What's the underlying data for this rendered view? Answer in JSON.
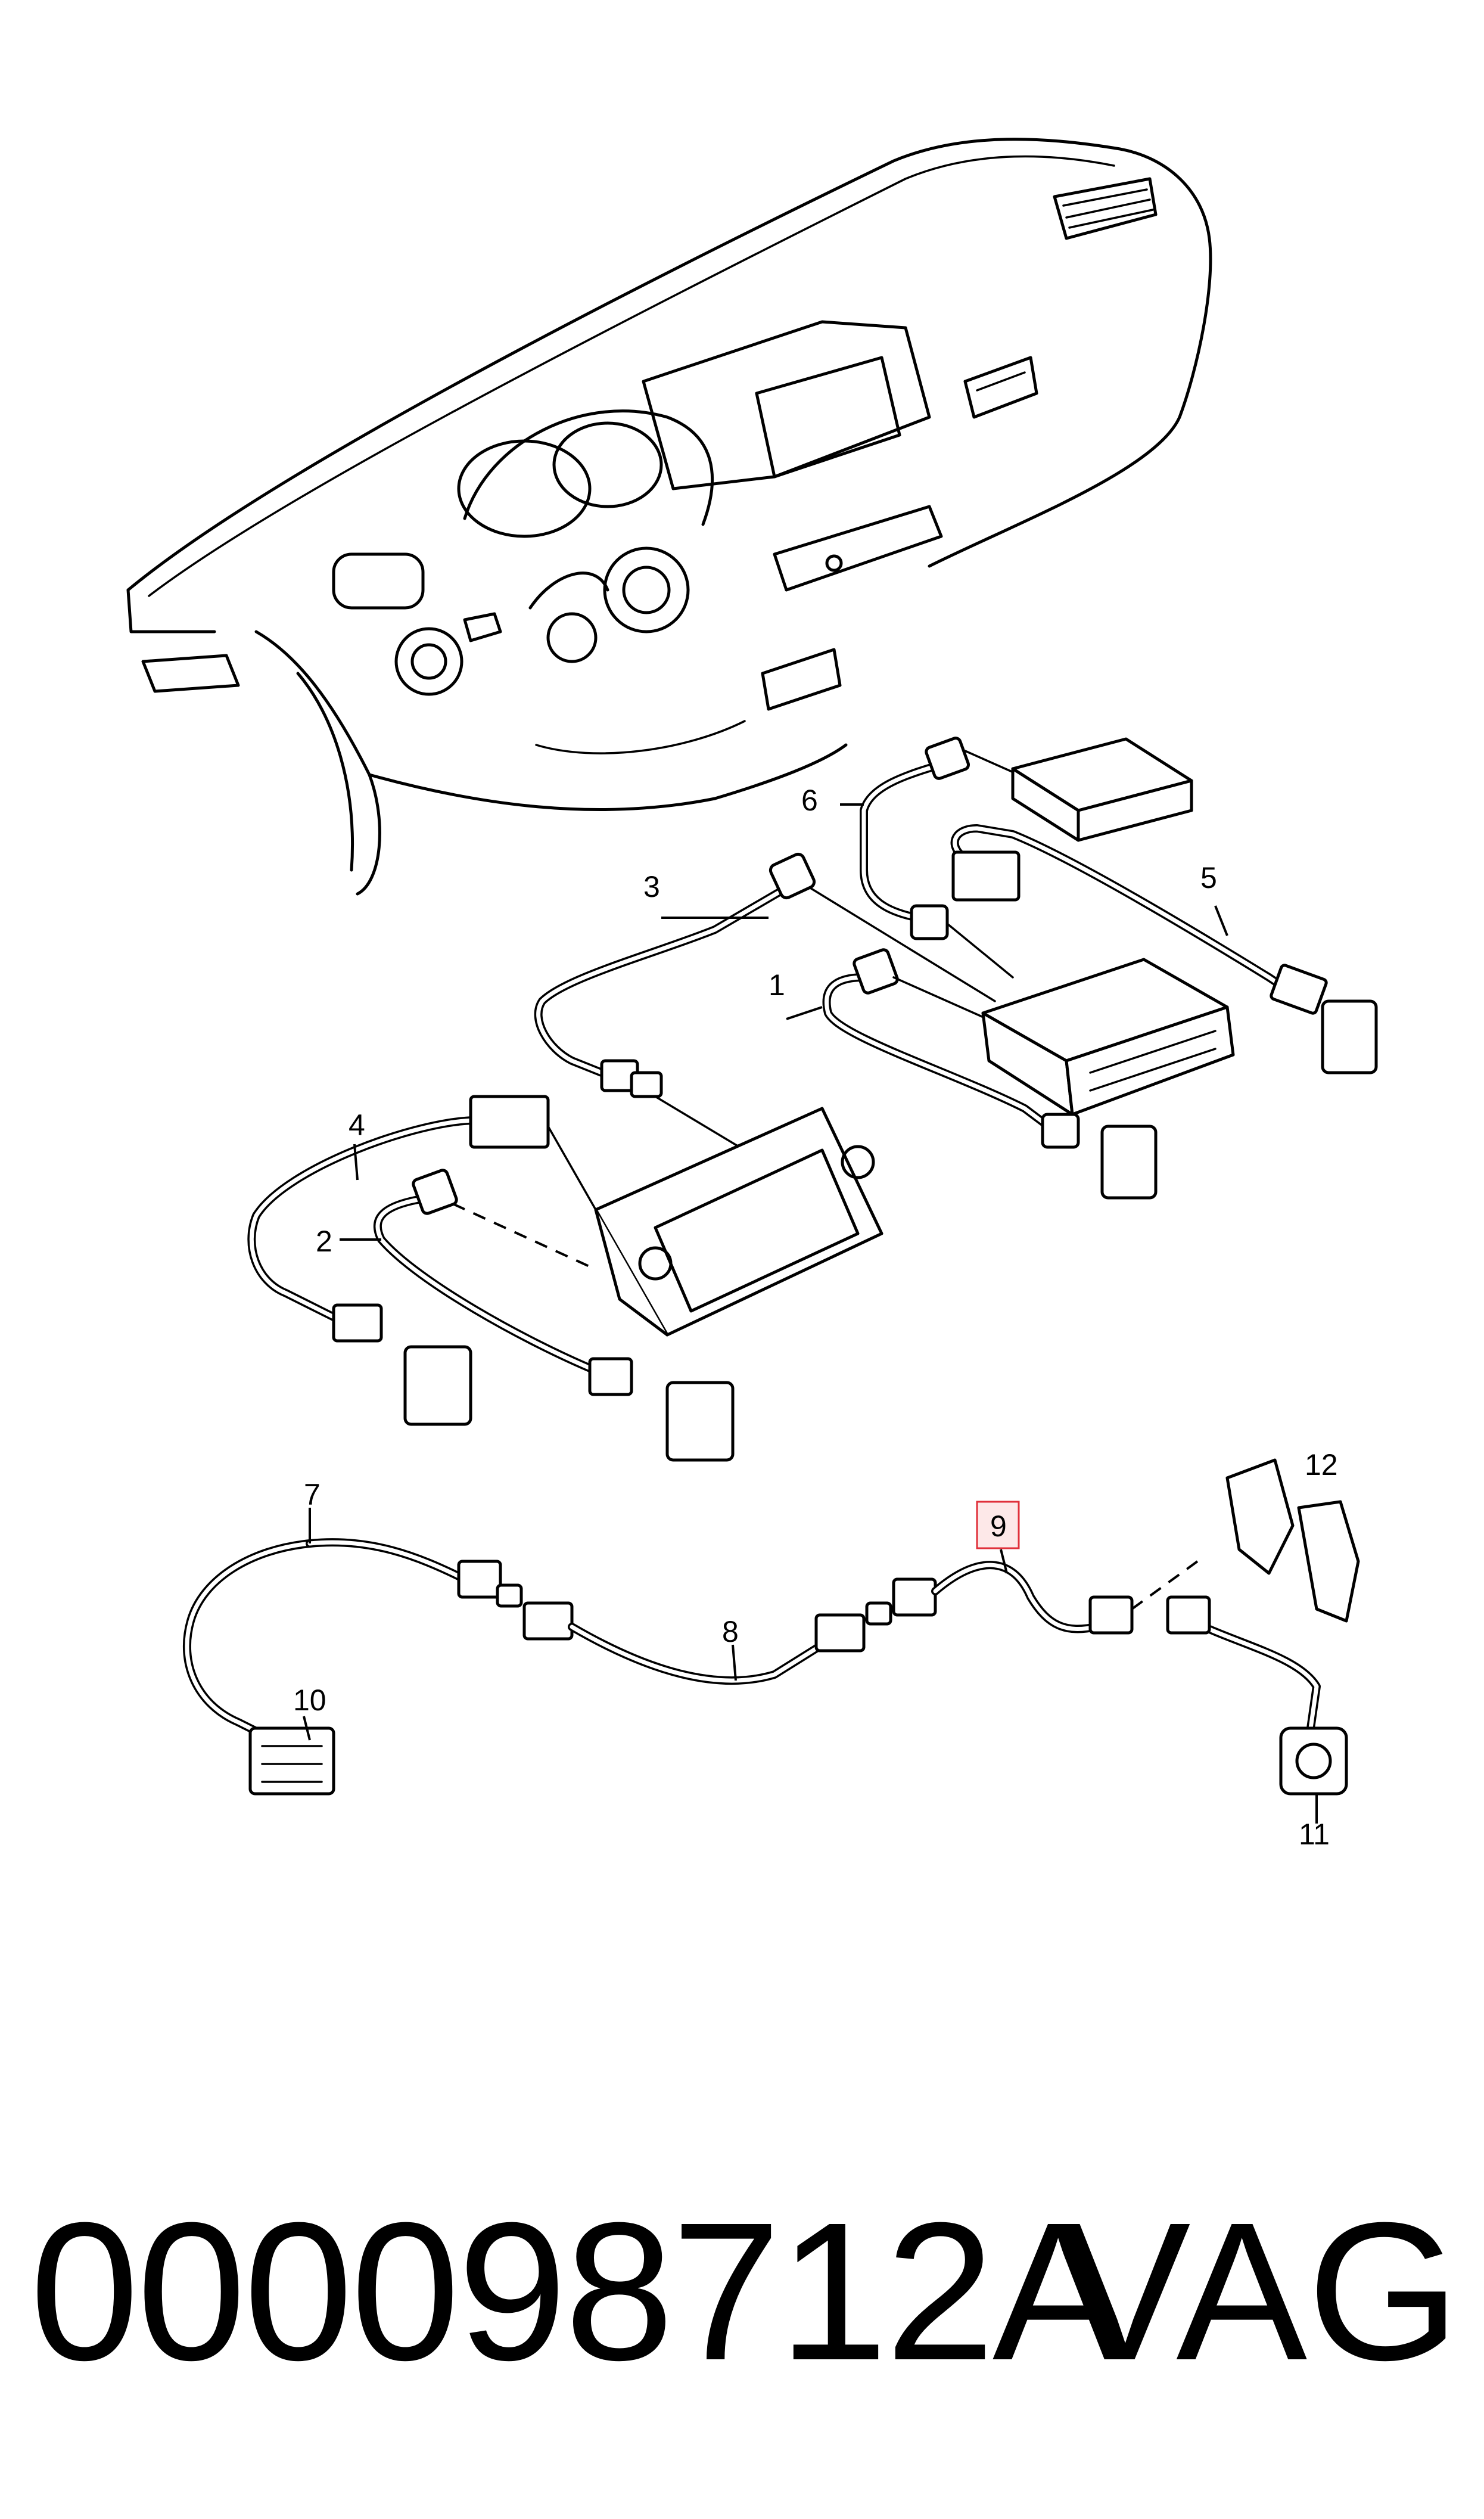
{
  "diagram": {
    "callouts": [
      "1",
      "2",
      "3",
      "4",
      "5",
      "6",
      "7",
      "8",
      "9",
      "10",
      "11",
      "12"
    ],
    "highlighted_callout": "9",
    "colors": {
      "line": "#000000",
      "highlight_fill": "#fde8e8",
      "highlight_border": "#e0303a"
    }
  },
  "footer": {
    "part_number": "000098712A",
    "brand": "VAG"
  }
}
